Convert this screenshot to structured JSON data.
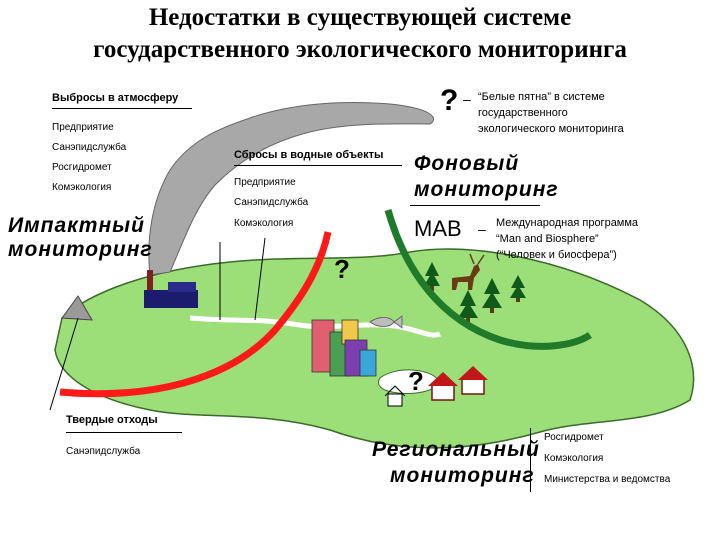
{
  "title_line1": "Недостатки в существующей системе",
  "title_line2": "государственного экологического мониторинга",
  "atmosphere": {
    "heading": "Выбросы в атмосферу",
    "items": [
      "Предприятие",
      "Санэпидслужба",
      "Росгидромет",
      "Комэкология"
    ]
  },
  "water": {
    "heading": "Сбросы в водные объекты",
    "items": [
      "Предприятие",
      "Санэпидслужба",
      "Комэкология"
    ]
  },
  "solid_waste": {
    "heading": "Твердые отходы",
    "items": [
      "Санэпидслужба"
    ]
  },
  "impact": {
    "line1": "Импактный",
    "line2": "мониторинг"
  },
  "background": {
    "line1": "Фоновый",
    "line2": "мониторинг"
  },
  "regional": {
    "line1": "Региональный",
    "line2": "мониторинг",
    "items": [
      "Росгидромет",
      "Комэкология",
      "Министерства и ведомства"
    ]
  },
  "white_spots": {
    "mark": "?",
    "dash": "–",
    "line1": "“Белые пятна” в системе",
    "line2": "государственного",
    "line3": "экологического мониторинга"
  },
  "mab": {
    "label": "MAB",
    "dash": "–",
    "line1": "Международная программа",
    "line2": "“Man and Biosphere”",
    "line3": "(“Человек и биосфера”)"
  },
  "question_marks": [
    "?",
    "?"
  ],
  "colors": {
    "land": "#9cde78",
    "land_edge": "#3a6b2a",
    "smoke": "#a8a8a8",
    "impact_arc": "#ff1a1a",
    "background_arc": "#1f7a2a",
    "water": "#ffffff"
  }
}
